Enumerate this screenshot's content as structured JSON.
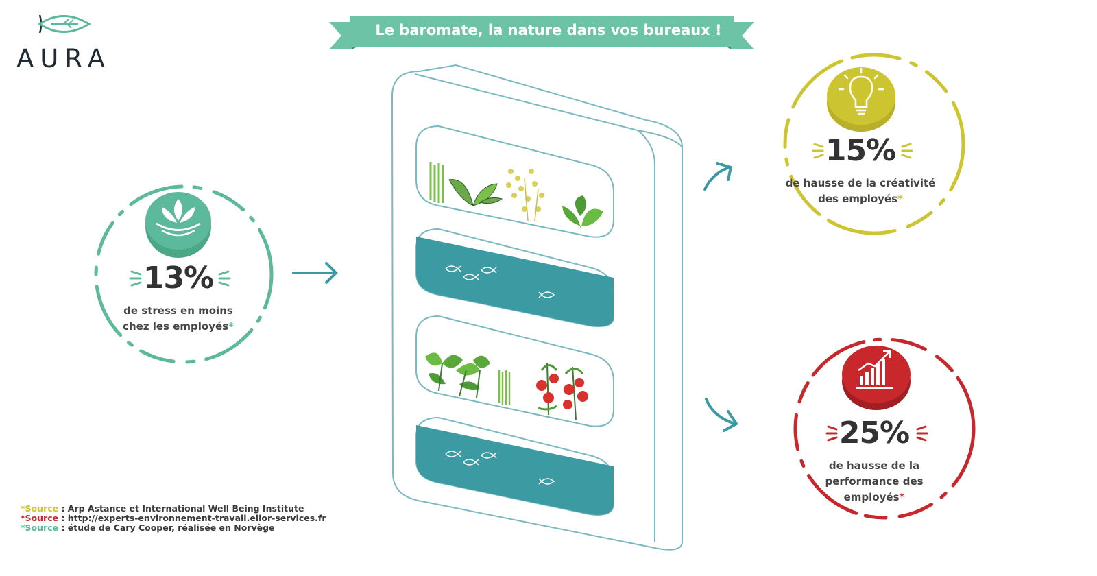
{
  "brand": {
    "name": "AURA",
    "logo_icon": "fish-leaf-icon"
  },
  "banner": {
    "title": "Le baromate, la nature dans vos bureaux !",
    "color": "#6cc3a6"
  },
  "colors": {
    "teal": "#5cb99b",
    "water": "#3c9aa3",
    "yellow": "#cdc432",
    "red": "#c8282c",
    "frame": "#7ab9bf"
  },
  "stats": [
    {
      "value": "13%",
      "desc_line1": "de stress en moins",
      "desc_line2": "chez les employés",
      "asterisk": "*",
      "icon": "lotus-water-icon",
      "color": "#5cb99b"
    },
    {
      "value": "15%",
      "desc_line1": "de hausse de la créativité",
      "desc_line2": "des employés",
      "asterisk": "*",
      "icon": "lightbulb-icon",
      "color": "#cdc432"
    },
    {
      "value": "25%",
      "desc_line1": "de hausse de la",
      "desc_line2": "performance des",
      "desc_line3": "employés",
      "asterisk": "*",
      "icon": "growth-chart-icon",
      "color": "#c8282c"
    }
  ],
  "sources": [
    {
      "label": "*Source",
      "sep": " : ",
      "text": "Arp Astance et International Well Being Institute",
      "color": "#cdc432"
    },
    {
      "label": "*Source",
      "sep": " : ",
      "text": "http://experts-environnement-travail.elior-services.fr",
      "color": "#c8282c"
    },
    {
      "label": "*Source",
      "sep": " : ",
      "text": "étude de Cary Cooper, réalisée en Norvège",
      "color": "#5cb99b"
    }
  ]
}
